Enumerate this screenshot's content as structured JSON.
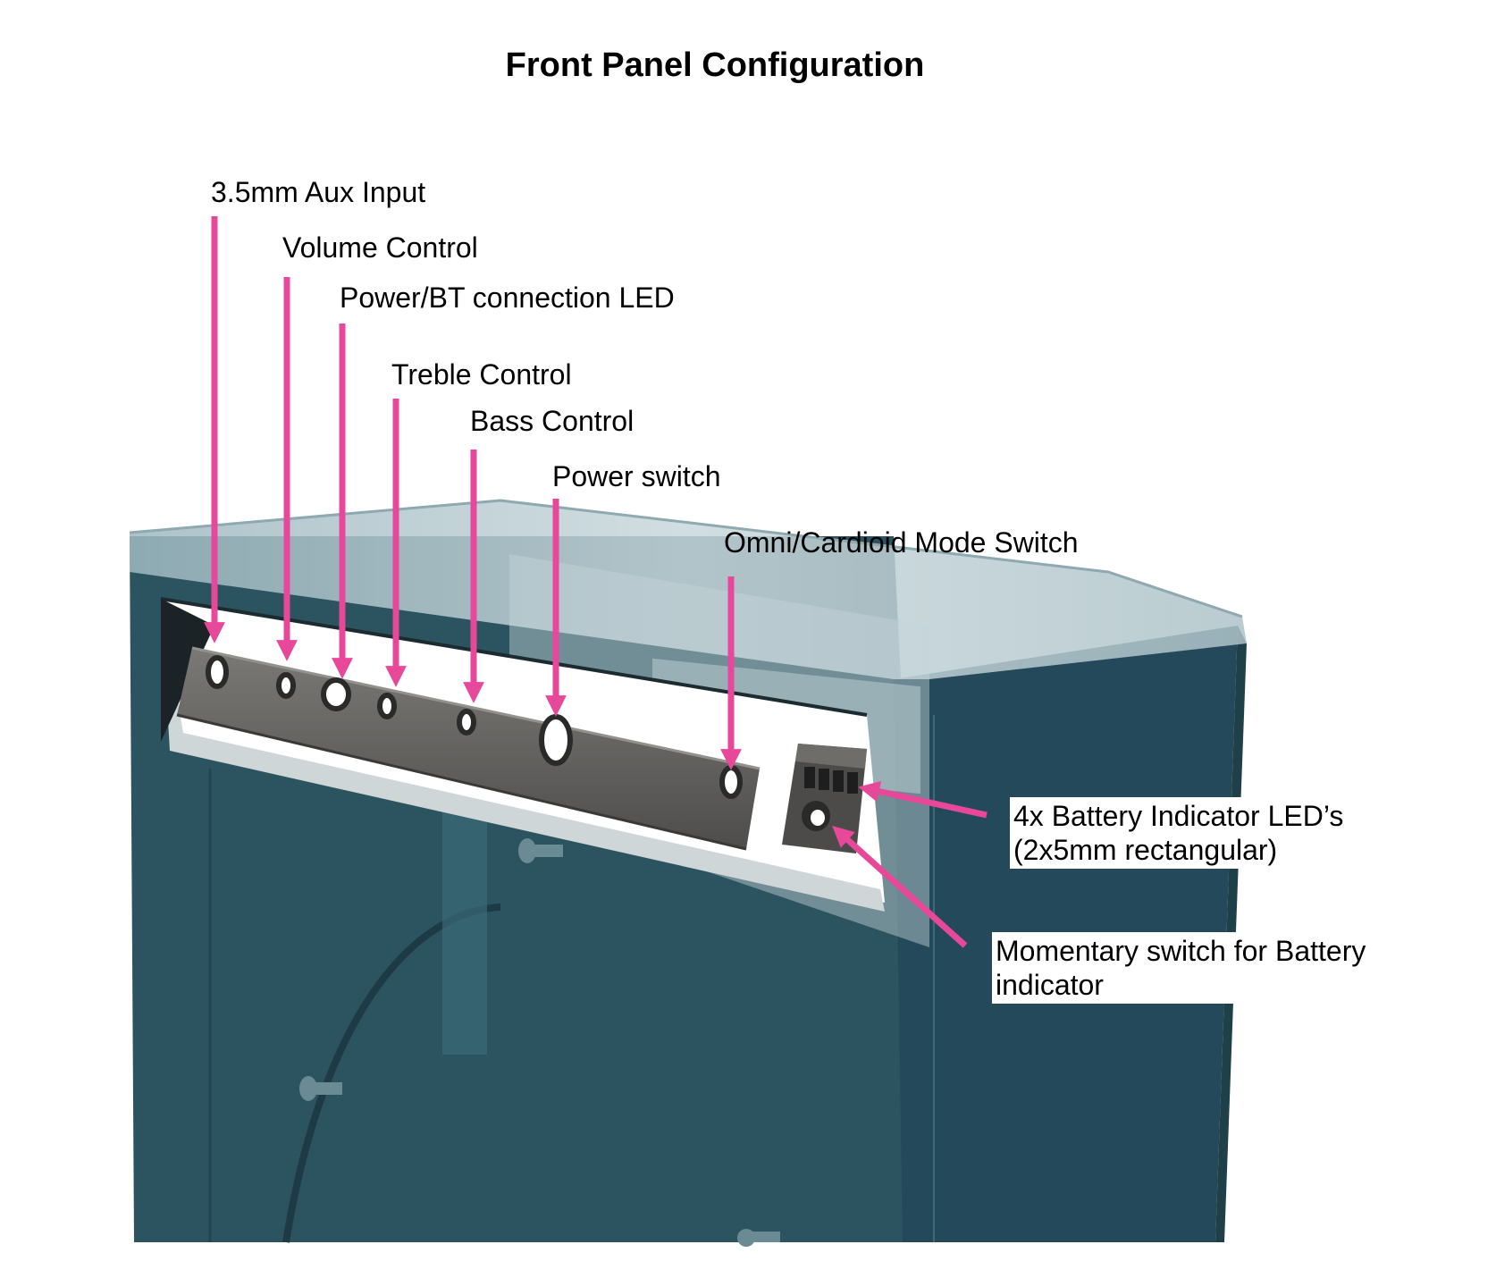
{
  "title": "Front Panel Configuration",
  "labels": {
    "aux": "3.5mm Aux Input",
    "volume": "Volume Control",
    "led": "Power/BT connection LED",
    "treble": "Treble Control",
    "bass": "Bass Control",
    "power": "Power switch",
    "mode": "Omni/Cardioid Mode Switch",
    "battery_leds_line1": "4x Battery Indicator LED’s",
    "battery_leds_line2": "(2x5mm rectangular)",
    "momentary_line1": "Momentary switch for Battery",
    "momentary_line2": "indicator"
  },
  "colors": {
    "arrow": "#e8489a",
    "enclosure": "#2c5460",
    "enclosure_dark": "#1f3f49",
    "glass": "#b9ccd2",
    "panel": "#5e5d5b",
    "panel_light": "#7a7875"
  }
}
